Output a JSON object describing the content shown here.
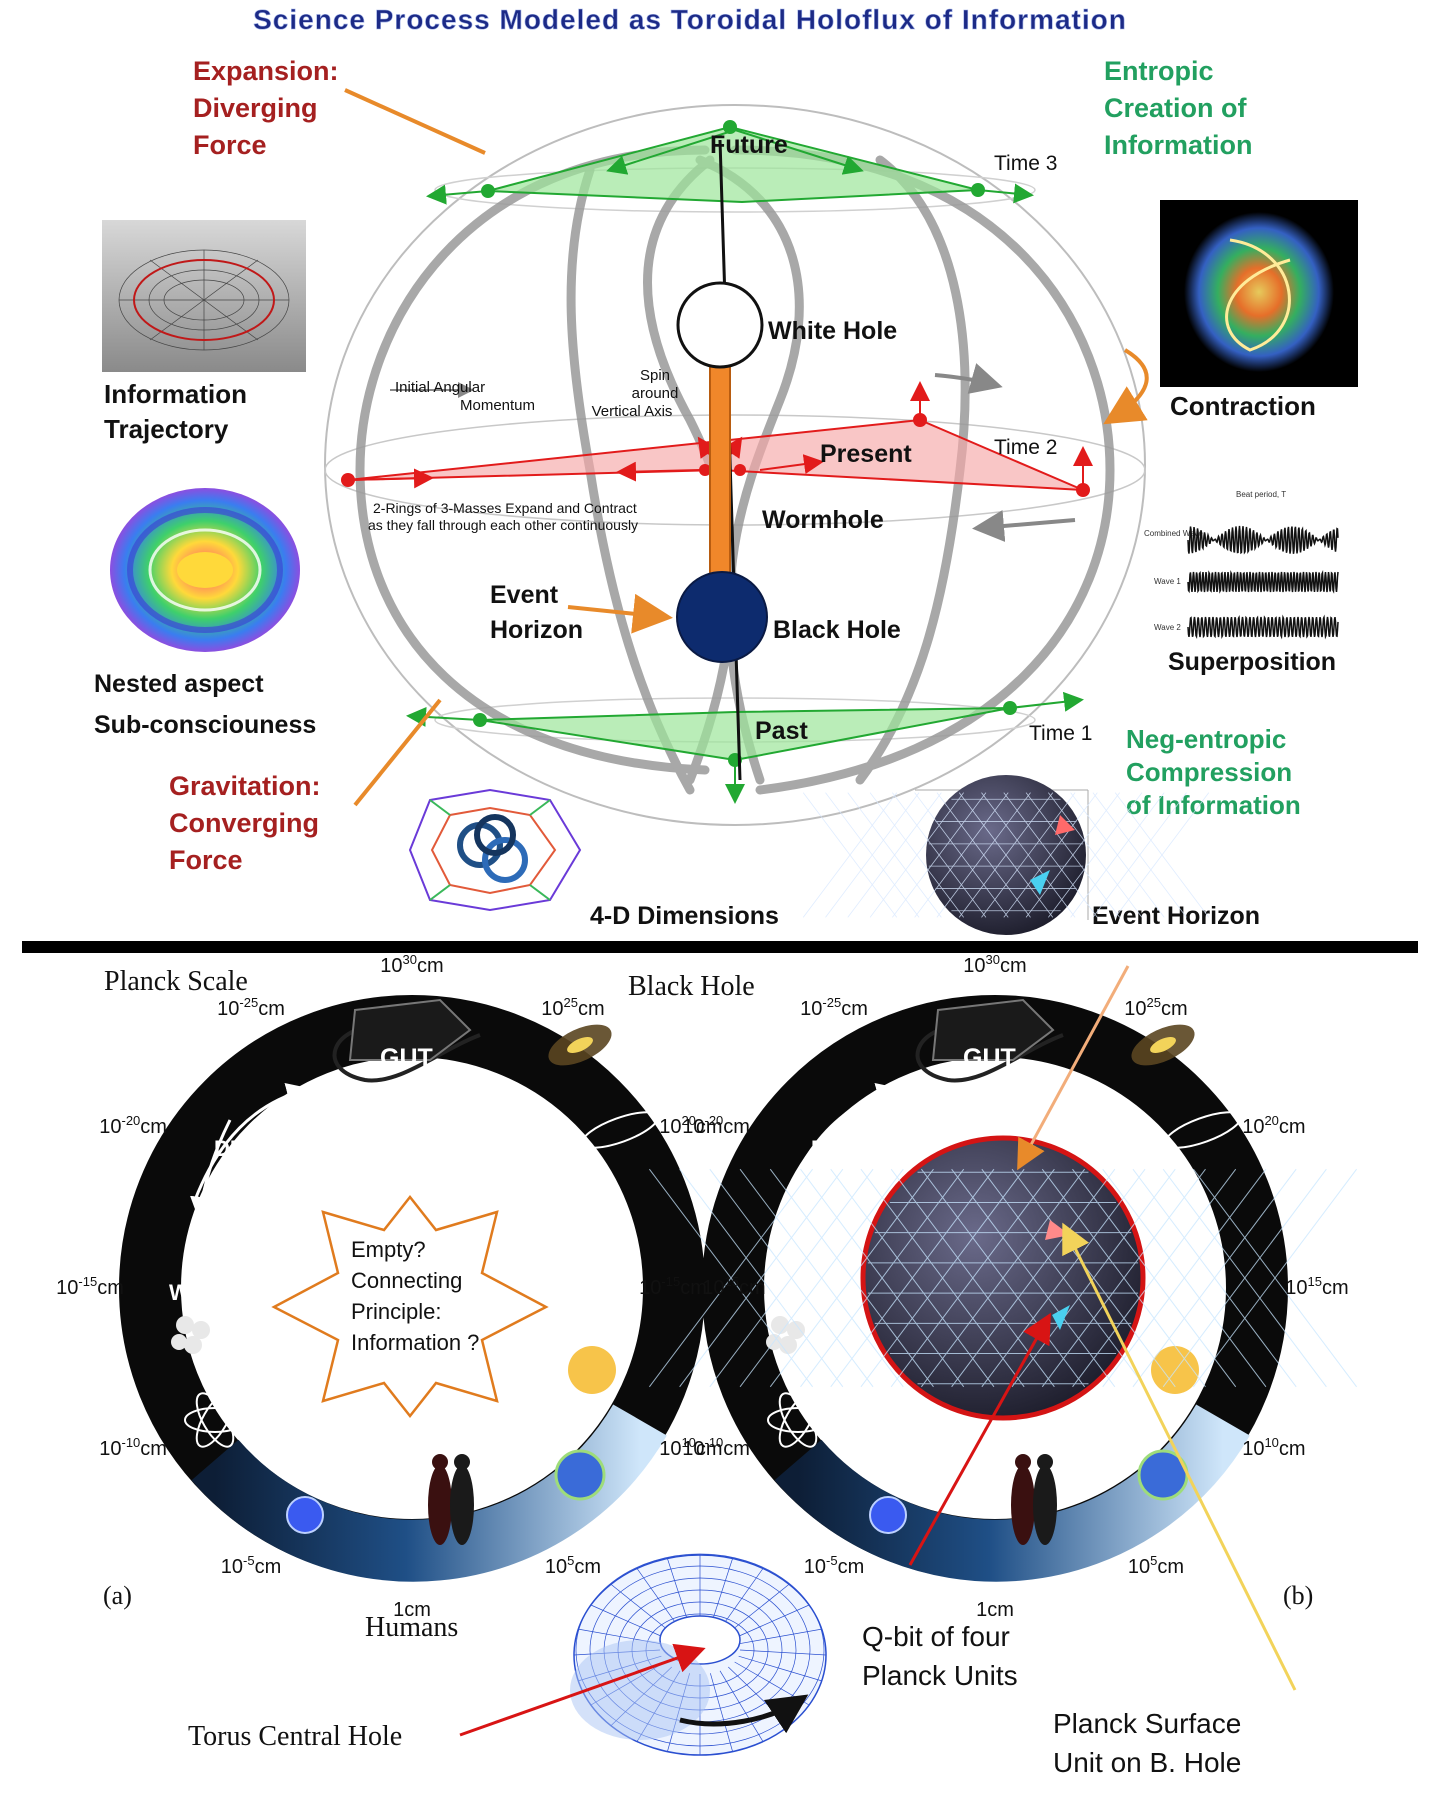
{
  "top": {
    "title": "Science Process Modeled as Toroidal  Holoflux of Information",
    "expansion": [
      "Expansion:",
      "Diverging",
      "Force"
    ],
    "entropic": [
      "Entropic",
      "Creation of",
      "Information"
    ],
    "future": "Future",
    "time3": "Time 3",
    "white_hole": "White Hole",
    "info_traj": [
      "Information",
      "Trajectory"
    ],
    "contraction": "Contraction",
    "initial_angular": [
      "Initial Angular",
      "Momentum"
    ],
    "spin": [
      "Spin",
      "around",
      "Vertical Axis"
    ],
    "present": "Present",
    "time2": "Time 2",
    "rings": [
      "2-Rings of 3-Masses Expand and Contract",
      "as they fall through each other continuously"
    ],
    "wormhole": "Wormhole",
    "event_horizon_label": [
      "Event",
      "Horizon"
    ],
    "black_hole": "Black Hole",
    "nested": [
      "Nested aspect",
      "Sub-consciouness"
    ],
    "superposition": "Superposition",
    "past": "Past",
    "time1": "Time 1",
    "neg_entropic": [
      "Neg-entropic",
      "Compression",
      "of Information"
    ],
    "gravitation": [
      "Gravitation:",
      "Converging",
      "Force"
    ],
    "four_d": "4-D Dimensions",
    "event_horizon_sphere": "Event Horizon",
    "beat_period": "Beat period, T",
    "wave_labels": [
      "Combined Wave",
      "Wave 1",
      "Wave 2"
    ]
  },
  "bottom": {
    "planck_scale": "Planck Scale",
    "black_hole": "Black Hole",
    "ring_labels": {
      "gut": "GUT",
      "dm": "DM?",
      "wz": "W,Z"
    },
    "scale_labels": [
      {
        "base": "10",
        "exp": "30",
        "unit": "cm"
      },
      {
        "base": "10",
        "exp": "25",
        "unit": "cm"
      },
      {
        "base": "10",
        "exp": "20",
        "unit": "cm"
      },
      {
        "base": "10",
        "exp": "15",
        "unit": "cm"
      },
      {
        "base": "10",
        "exp": "10",
        "unit": "cm"
      },
      {
        "base": "10",
        "exp": "5",
        "unit": "cm"
      },
      {
        "base": "",
        "exp": "",
        "unit": "1cm"
      },
      {
        "base": "10",
        "exp": "-5",
        "unit": "cm"
      },
      {
        "base": "10",
        "exp": "-10",
        "unit": "cm"
      },
      {
        "base": "10",
        "exp": "-15",
        "unit": "cm"
      },
      {
        "base": "10",
        "exp": "-20",
        "unit": "cm"
      },
      {
        "base": "10",
        "exp": "-25",
        "unit": "cm"
      }
    ],
    "star_text": [
      "Empty?",
      "Connecting",
      "Principle:",
      "Information ?"
    ],
    "panel_a": "(a)",
    "panel_b": "(b)",
    "humans": "Humans",
    "torus_hole": "Torus Central Hole",
    "qbit": [
      "Q-bit of four",
      "Planck Units"
    ],
    "planck_surface": [
      "Planck Surface",
      "Unit on B. Hole"
    ]
  }
}
